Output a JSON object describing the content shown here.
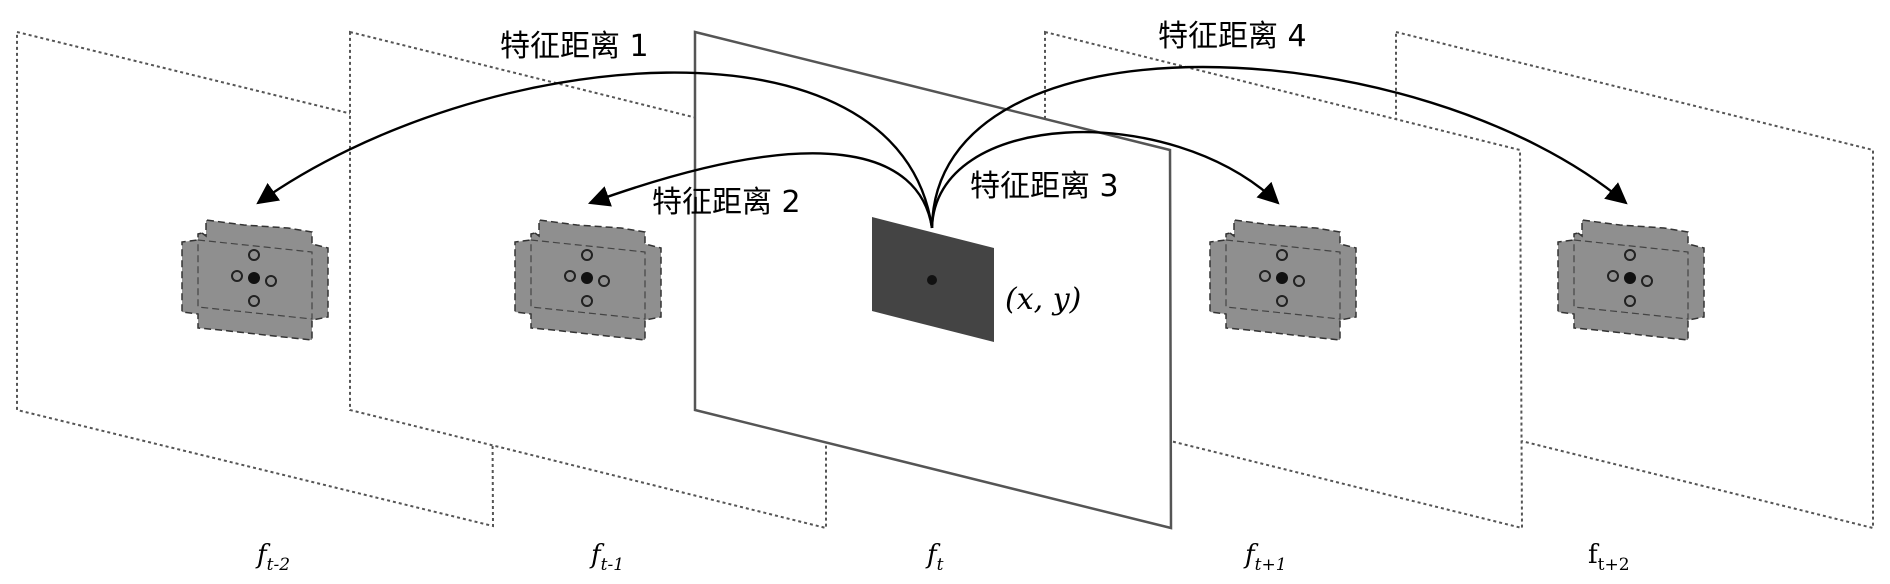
{
  "distances": [
    "特征距离 1",
    "特征距离 2",
    "特征距离 3",
    "特征距离 4"
  ],
  "coordinate_label": "(x, y)",
  "frame_labels": [
    {
      "base": "f",
      "sub": "t-2"
    },
    {
      "base": "f",
      "sub": "t-1"
    },
    {
      "base": "f",
      "sub": "t"
    },
    {
      "base": "f",
      "sub": "t+1"
    },
    {
      "base": "f",
      "sub": "t+2"
    }
  ],
  "colors": {
    "frame_stroke": "#555555",
    "patch_fill": "#8f8f8f",
    "center_patch": "#444444",
    "arrow": "#000000"
  }
}
